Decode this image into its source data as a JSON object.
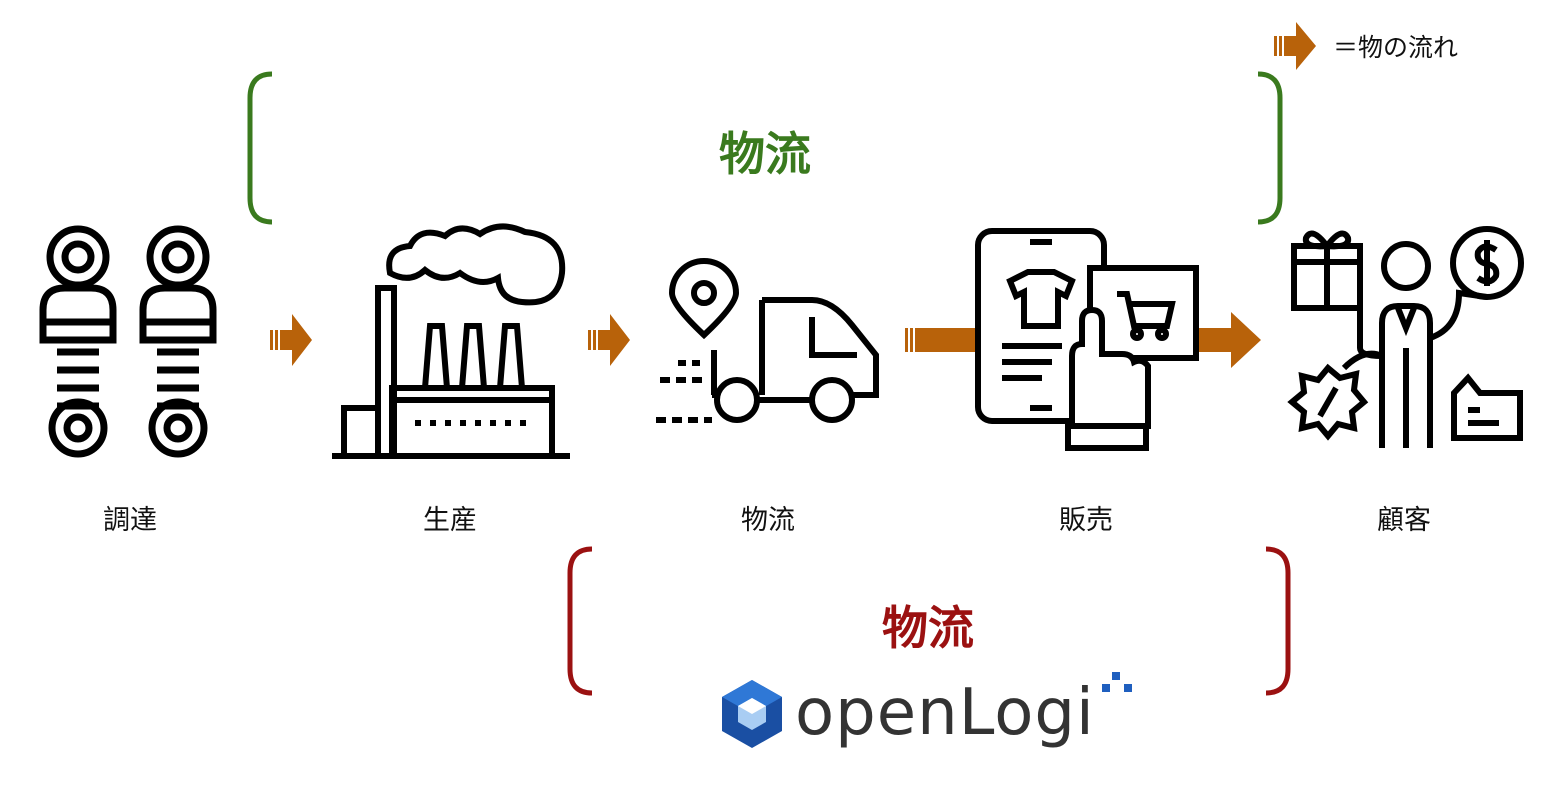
{
  "legend": {
    "text": "＝物の流れ",
    "arrow_color": "#b8620a"
  },
  "upper_bracket": {
    "text": "物流",
    "color": "#3a7a1e"
  },
  "lower_bracket": {
    "text": "物流",
    "color": "#9b1111"
  },
  "stages": [
    {
      "label": "調達",
      "icon": "parts-icon"
    },
    {
      "label": "生産",
      "icon": "factory-icon"
    },
    {
      "label": "物流",
      "icon": "delivery-truck-icon"
    },
    {
      "label": "販売",
      "icon": "online-shop-icon"
    },
    {
      "label": "顧客",
      "icon": "customer-icon"
    }
  ],
  "logo": {
    "text": "openLogi",
    "accent": "#1f5fbf"
  }
}
